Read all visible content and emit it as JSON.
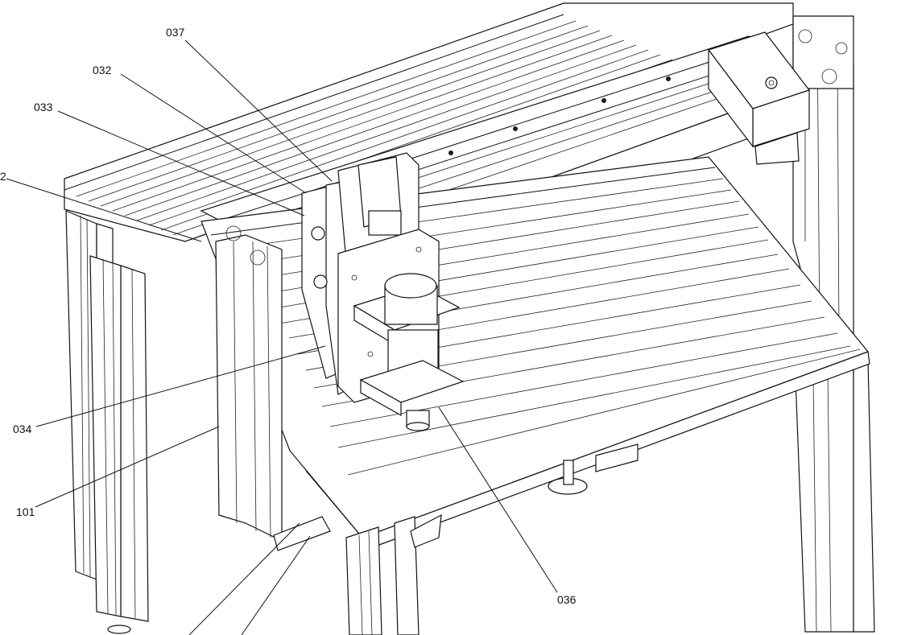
{
  "drawing": {
    "callouts": {
      "c037": "037",
      "c032": "032",
      "c033": "033",
      "c2": "2",
      "c034": "034",
      "c101": "101",
      "c036": "036"
    }
  }
}
